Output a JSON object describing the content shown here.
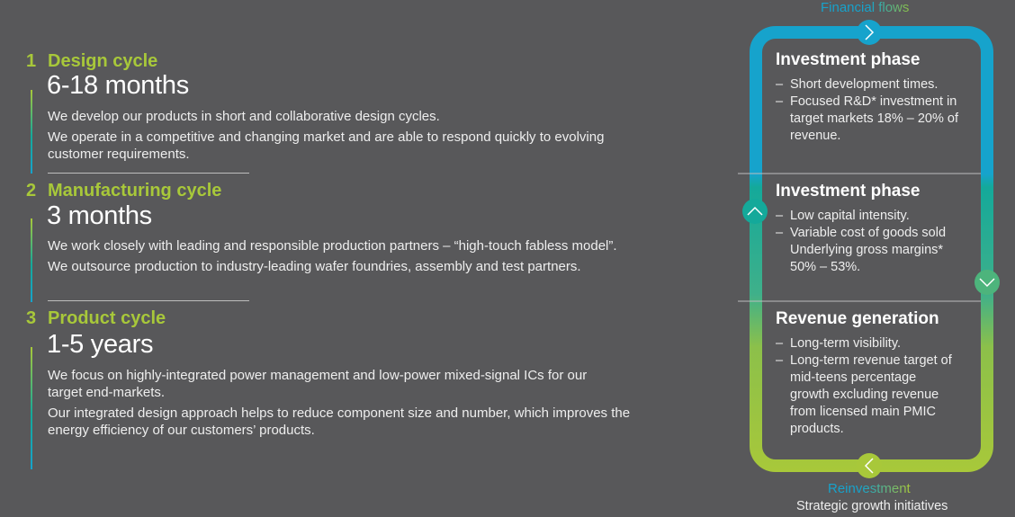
{
  "cycles": [
    {
      "number": "1",
      "title": "Design cycle",
      "duration": "6-18 months",
      "paragraphs": [
        "We develop our products in short and collaborative design cycles.",
        "We operate in a competitive and changing market and are able to respond quickly to evolving customer requirements."
      ]
    },
    {
      "number": "2",
      "title": "Manufacturing cycle",
      "duration": "3 months",
      "paragraphs": [
        "We work closely with leading and responsible production partners – “high-touch fabless model”.",
        "We outsource production to industry-leading wafer  foundries, assembly  and test partners."
      ]
    },
    {
      "number": "3",
      "title": "Product cycle",
      "duration": "1-5 years",
      "paragraphs": [
        "We focus on highly-integrated  power management and low-power mixed-signal ICs for our target end-markets.",
        "Our integrated design approach helps to reduce component size and number, which improves the energy efficiency of our  customers’ products."
      ]
    }
  ],
  "flow": {
    "top_label": "Financial flows",
    "bottom_label": "Reinvestment",
    "bottom_sublabel": "Strategic growth initiatives",
    "phases": [
      {
        "title": "Investment phase",
        "bullets": [
          "Short development times.",
          "Focused R&D* investment in target markets 18% – 20% of revenue."
        ]
      },
      {
        "title": "Investment phase",
        "bullets": [
          "Low capital intensity.",
          "Variable cost of goods sold Underlying gross margins* 50% – 53%."
        ]
      },
      {
        "title": "Revenue generation",
        "bullets": [
          "Long-term visibility.",
          "Long-term revenue target of mid-teens percentage growth excluding revenue from licensed main PMIC products."
        ]
      }
    ],
    "dash": "–"
  },
  "colors": {
    "green": "#a8c83a",
    "blue": "#16a3cc",
    "teal": "#14a99a",
    "bg": "#58585a"
  }
}
